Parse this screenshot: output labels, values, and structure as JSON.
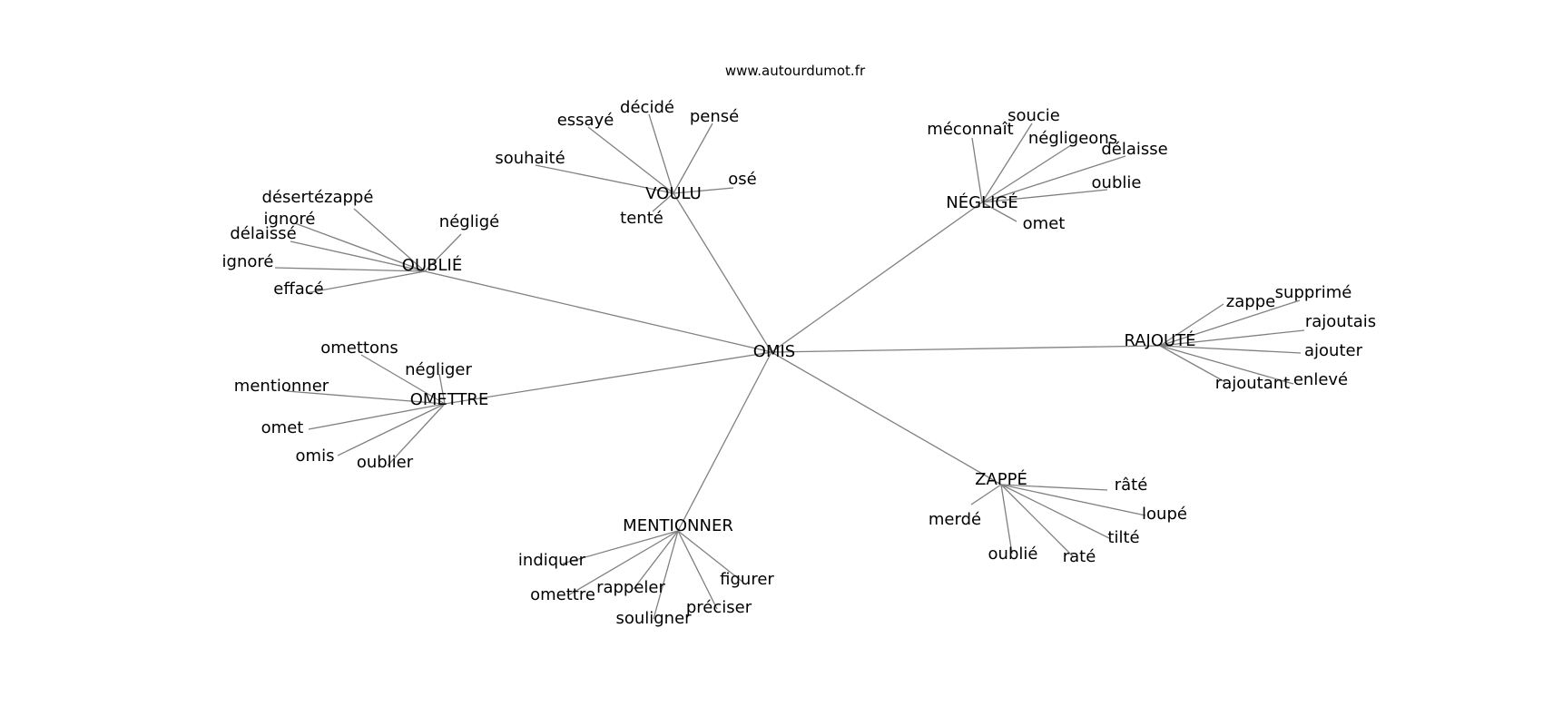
{
  "source": "www.autourdumot.fr",
  "root": "OMIS",
  "edge_color": "#808080",
  "groups": [
    {
      "name": "VOULU",
      "words": [
        "essayé",
        "décidé",
        "pensé",
        "souhaité",
        "osé",
        "tenté"
      ]
    },
    {
      "name": "NÉGLIGÉ",
      "words": [
        "méconnaît",
        "soucie",
        "négligeons",
        "délaisse",
        "oublie",
        "omet"
      ]
    },
    {
      "name": "OUBLIÉ",
      "words": [
        "désertézappé",
        "ignoré",
        "négligé",
        "délaissé",
        "ignoré",
        "effacé"
      ]
    },
    {
      "name": "RAJOUTÉ",
      "words": [
        "zappe",
        "supprimé",
        "rajoutais",
        "ajouter",
        "rajoutant",
        "enlevé"
      ]
    },
    {
      "name": "OMETTRE",
      "words": [
        "omettons",
        "négliger",
        "mentionner",
        "omet",
        "omis",
        "oublier"
      ]
    },
    {
      "name": "ZAPPÉ",
      "words": [
        "râté",
        "loupé",
        "merdé",
        "tilté",
        "oublié",
        "raté"
      ]
    },
    {
      "name": "MENTIONNER",
      "words": [
        "indiquer",
        "figurer",
        "rappeler",
        "omettre",
        "préciser",
        "souligner"
      ]
    }
  ]
}
